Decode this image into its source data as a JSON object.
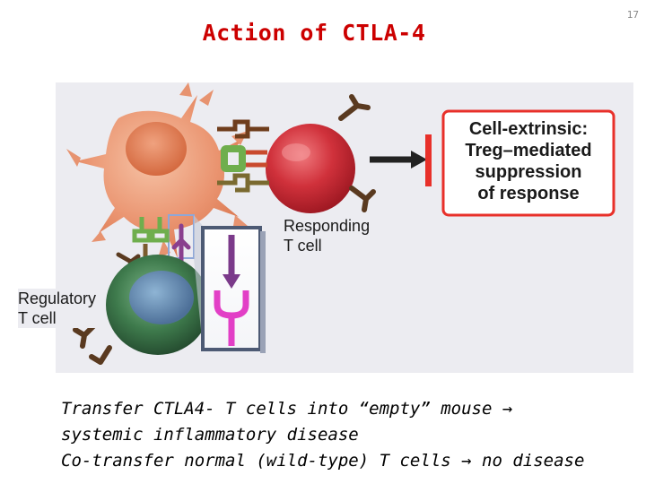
{
  "slide": {
    "title": "Action of CTLA-4",
    "number": "17"
  },
  "figure": {
    "callout_lines": [
      "Cell-extrinsic:",
      "Treg–mediated",
      "suppression",
      "of response"
    ],
    "responding_label": [
      "Responding",
      "T cell"
    ],
    "regulatory_label": [
      "Regulatory",
      "T cell"
    ]
  },
  "caption": {
    "line1": "Transfer CTLA4- T cells into “empty” mouse → ",
    "line2": "systemic inflammatory disease",
    "line3_part1": "Co-transfer normal (wild-type) T cells ",
    "line3_arrow": "→",
    "line3_part2": " no disease"
  },
  "colors": {
    "title": "#cc0000",
    "callout_border": "#e8302a",
    "dendritic_cell": "#e98f6b",
    "responding_cell": "#cc2a33",
    "treg_cell": "#3b6f45",
    "ctla4_receptor": "#8a3f8e",
    "cd28_receptor": "#7b5c2e",
    "cd80_ligand": "#6fae4d",
    "tcr_magenta": "#e23fc6"
  }
}
